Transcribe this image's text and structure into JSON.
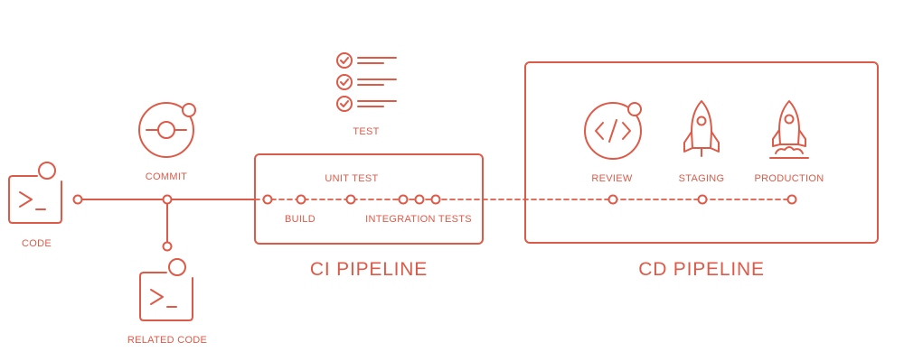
{
  "colors": {
    "accent": "#de5a48",
    "background": "#ffffff"
  },
  "nodes": {
    "code": {
      "label": "CODE",
      "icon": "terminal-icon"
    },
    "related_code": {
      "label": "RELATED CODE",
      "icon": "terminal-icon"
    },
    "commit": {
      "label": "COMMIT",
      "icon": "commit-icon"
    },
    "test": {
      "label": "TEST",
      "icon": "checklist-icon"
    }
  },
  "ci_pipeline": {
    "title": "CI PIPELINE",
    "stages": [
      {
        "label": "BUILD"
      },
      {
        "label": "UNIT TEST"
      },
      {
        "label": "INTEGRATION TESTS"
      }
    ]
  },
  "cd_pipeline": {
    "title": "CD PIPELINE",
    "stages": [
      {
        "label": "REVIEW",
        "icon": "code-review-icon"
      },
      {
        "label": "STAGING",
        "icon": "rocket-icon"
      },
      {
        "label": "PRODUCTION",
        "icon": "rocket-launch-icon"
      }
    ]
  }
}
